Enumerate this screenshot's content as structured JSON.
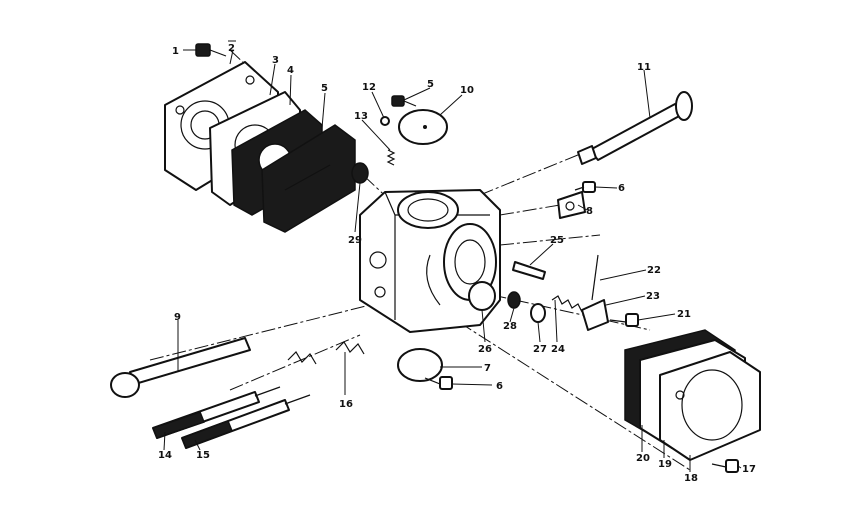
{
  "callouts": {
    "c1": "1",
    "c2": "2",
    "c3": "3",
    "c4": "4",
    "c5": "5",
    "c5b": "5",
    "c6a": "6",
    "c6b": "6",
    "c7": "7",
    "c8": "8",
    "c9": "9",
    "c10": "10",
    "c11": "11",
    "c12": "12",
    "c13": "13",
    "c14": "14",
    "c15": "15",
    "c16": "16",
    "c17": "17",
    "c18": "18",
    "c19": "19",
    "c20": "20",
    "c21": "21",
    "c22": "22",
    "c23": "23",
    "c24": "24",
    "c25": "25",
    "c26": "26",
    "c27": "27",
    "c28": "28",
    "c29": "29"
  }
}
